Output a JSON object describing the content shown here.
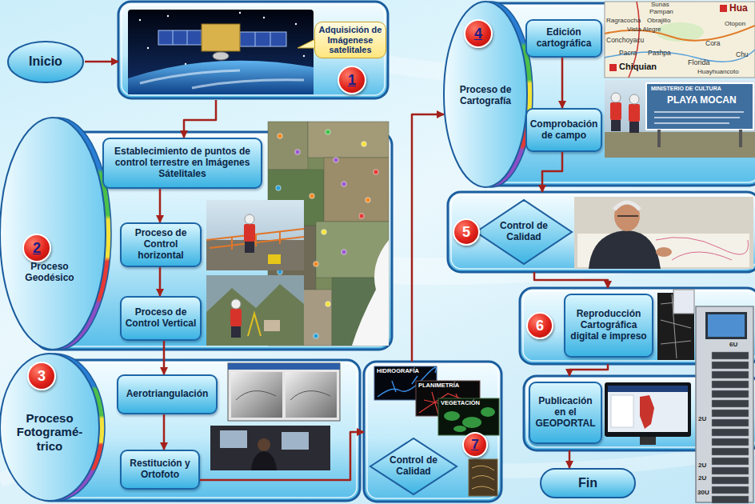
{
  "diagram": {
    "nodes": [
      {
        "text": [
          "Inicio"
        ]
      },
      {
        "text": [
          "Adquisición de Imágenese satelitales"
        ]
      },
      {
        "text": [
          "1"
        ],
        "in": 1
      },
      {
        "text": [
          "Proceso Geodésico"
        ]
      },
      {
        "text": [
          "2"
        ],
        "in": 3
      },
      {
        "text": [
          "Establecimiento de puntos de control terrestre en Imágenes Sátelitales"
        ],
        "in": 3
      },
      {
        "text": [
          "Proceso de Control horizontal"
        ],
        "in": 3
      },
      {
        "text": [
          "Proceso de Control Vertical"
        ],
        "in": 3
      },
      {
        "text": [
          "Proceso Fotogramé- trico"
        ]
      },
      {
        "text": [
          "3"
        ],
        "in": 8
      },
      {
        "text": [
          "Aerotriangulación"
        ],
        "in": 8
      },
      {
        "text": [
          "Restitución y Ortofoto"
        ],
        "in": 8
      },
      {
        "text": [
          "Control de Calidad"
        ]
      },
      {
        "text": [
          "7"
        ],
        "in": 12
      },
      {
        "text": [
          "Proceso de Cartografía"
        ]
      },
      {
        "text": [
          "4"
        ],
        "in": 14
      },
      {
        "text": [
          "Edición cartográfica"
        ],
        "in": 14
      },
      {
        "text": [
          "Comprobación de campo"
        ],
        "in": 14
      },
      {
        "text": [
          "Control de Calidad"
        ]
      },
      {
        "text": [
          "5"
        ],
        "in": 18
      },
      {
        "text": [
          "Reproducción Cartográfica digital e impreso"
        ]
      },
      {
        "text": [
          "6"
        ],
        "in": 20
      },
      {
        "text": [
          "Publicación en el GEOPORTAL"
        ]
      },
      {
        "text": [
          "Fin"
        ]
      }
    ],
    "edges": [
      {
        "from": 0,
        "to": 1,
        "arrow": "to"
      },
      {
        "from": 1,
        "to": 5,
        "arrow": "to"
      },
      {
        "from": 5,
        "to": 6,
        "arrow": "to"
      },
      {
        "from": 6,
        "to": 7,
        "arrow": "to"
      },
      {
        "from": 7,
        "to": 10,
        "arrow": "to"
      },
      {
        "from": 10,
        "to": 11,
        "arrow": "to"
      },
      {
        "from": 11,
        "to": 12,
        "arrow": "to"
      },
      {
        "from": 12,
        "to": 14,
        "arrow": "to"
      },
      {
        "from": 16,
        "to": 17,
        "arrow": "to"
      },
      {
        "from": 17,
        "to": 18,
        "arrow": "to"
      },
      {
        "from": 18,
        "to": 20,
        "arrow": "to"
      },
      {
        "from": 20,
        "to": 22,
        "arrow": "to"
      },
      {
        "from": 22,
        "to": 23,
        "arrow": "to"
      }
    ],
    "labels": [
      "HIDROGRAFÍA",
      "PLANIMETRÍA",
      "VEGETACIÓN",
      "Sunas",
      "Pampan",
      "Ragracocha",
      "Obrajillo",
      "Vista Alegre",
      "Conchoyacu",
      "Pacra",
      "Pashpa",
      "Chiquian",
      "Florida",
      "Huayhuancoto",
      "Hua",
      "Otopon",
      "Cora",
      "Chu",
      "MINISTERIO DE CULTURA",
      "PLAYA MOCAN",
      "6U",
      "2U",
      "2U",
      "2U",
      "30U"
    ]
  }
}
